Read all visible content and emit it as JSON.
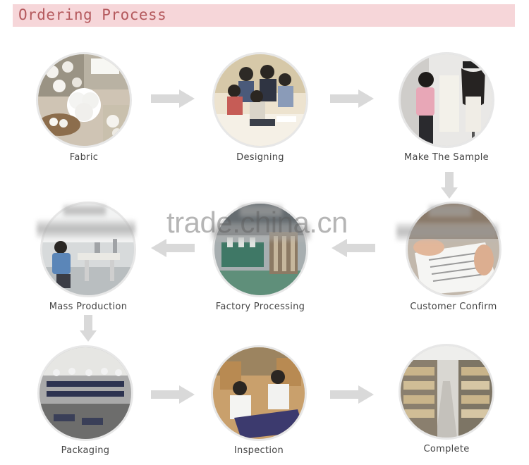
{
  "header": {
    "title": "Ordering Process"
  },
  "watermark": "trade.china.cn",
  "steps": [
    {
      "label": "Fabric",
      "icon": "cotton-fabric-photo"
    },
    {
      "label": "Designing",
      "icon": "design-team-photo"
    },
    {
      "label": "Make The Sample",
      "icon": "sample-making-photo"
    },
    {
      "label": "Mass Production",
      "icon": "mass-production-photo"
    },
    {
      "label": "Factory Processing",
      "icon": "factory-processing-photo"
    },
    {
      "label": "Customer Confirm",
      "icon": "customer-confirm-photo"
    },
    {
      "label": "Packaging",
      "icon": "packaging-photo"
    },
    {
      "label": "Inspection",
      "icon": "inspection-photo"
    },
    {
      "label": "Complete",
      "icon": "warehouse-complete-photo"
    }
  ],
  "colors": {
    "title_bg": "#f6d6d9",
    "title_text": "#b4595d",
    "arrow": "#d9d9d9",
    "label": "#444444"
  }
}
